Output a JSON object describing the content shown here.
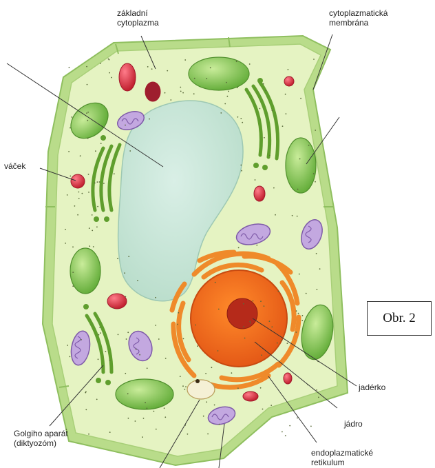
{
  "labels": {
    "zakladni_cytoplazma": [
      "základní",
      "cytoplazma"
    ],
    "cytoplazmaticka_membrana": [
      "cytoplazmatická",
      "membrána"
    ],
    "vacek": "váček",
    "golgiho_aparat": [
      "Golgiho aparát",
      "(diktyozóm)"
    ],
    "jaderko": "jadérko",
    "jadro": "jádro",
    "endoplazmaticke_retikulum": [
      "endoplazmatické",
      "retikulum"
    ]
  },
  "figure_label": "Obr. 2",
  "colors": {
    "cell_wall": "#b9dc8a",
    "cytoplasm": "#e5f3c2",
    "vacuole": "#cfe9d8",
    "chloroplast": "#7cc04a",
    "mitochondrion": "#b89ad6",
    "vesicle": "#d8334a",
    "nucleus": "#ec6a1e",
    "nucleolus": "#b52a1a",
    "reticulum": "#ef8a2a"
  }
}
